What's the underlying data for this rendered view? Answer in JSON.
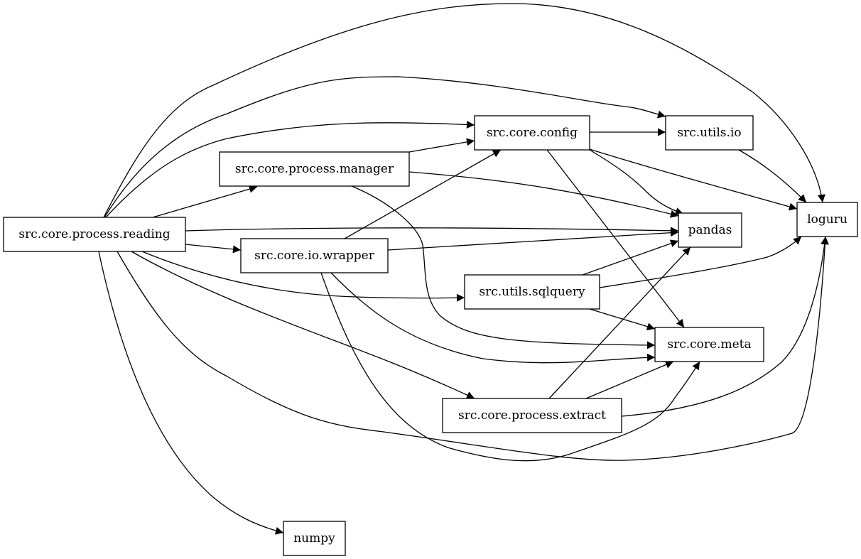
{
  "graph": {
    "type": "directed-dependency-graph",
    "edge_color": "#000000",
    "node_fill": "#ffffff",
    "nodes": [
      {
        "id": "reading",
        "label": "src.core.process.reading"
      },
      {
        "id": "manager",
        "label": "src.core.process.manager"
      },
      {
        "id": "config",
        "label": "src.core.config"
      },
      {
        "id": "utils_io",
        "label": "src.utils.io"
      },
      {
        "id": "loguru",
        "label": "loguru"
      },
      {
        "id": "pandas",
        "label": "pandas"
      },
      {
        "id": "wrapper",
        "label": "src.core.io.wrapper"
      },
      {
        "id": "sqlquery",
        "label": "src.utils.sqlquery"
      },
      {
        "id": "meta",
        "label": "src.core.meta"
      },
      {
        "id": "extract",
        "label": "src.core.process.extract"
      },
      {
        "id": "numpy",
        "label": "numpy"
      }
    ],
    "edges": [
      {
        "from": "reading",
        "to": "loguru"
      },
      {
        "from": "reading",
        "to": "utils_io"
      },
      {
        "from": "reading",
        "to": "config"
      },
      {
        "from": "reading",
        "to": "manager"
      },
      {
        "from": "reading",
        "to": "pandas"
      },
      {
        "from": "reading",
        "to": "wrapper"
      },
      {
        "from": "reading",
        "to": "sqlquery"
      },
      {
        "from": "reading",
        "to": "extract"
      },
      {
        "from": "reading",
        "to": "loguru"
      },
      {
        "from": "reading",
        "to": "numpy"
      },
      {
        "from": "manager",
        "to": "config"
      },
      {
        "from": "manager",
        "to": "pandas"
      },
      {
        "from": "manager",
        "to": "meta"
      },
      {
        "from": "config",
        "to": "utils_io"
      },
      {
        "from": "config",
        "to": "loguru"
      },
      {
        "from": "config",
        "to": "pandas"
      },
      {
        "from": "config",
        "to": "meta"
      },
      {
        "from": "utils_io",
        "to": "loguru"
      },
      {
        "from": "wrapper",
        "to": "config"
      },
      {
        "from": "wrapper",
        "to": "pandas"
      },
      {
        "from": "wrapper",
        "to": "meta"
      },
      {
        "from": "wrapper",
        "to": "meta"
      },
      {
        "from": "sqlquery",
        "to": "pandas"
      },
      {
        "from": "sqlquery",
        "to": "loguru"
      },
      {
        "from": "sqlquery",
        "to": "meta"
      },
      {
        "from": "extract",
        "to": "pandas"
      },
      {
        "from": "extract",
        "to": "meta"
      },
      {
        "from": "extract",
        "to": "loguru"
      }
    ]
  }
}
